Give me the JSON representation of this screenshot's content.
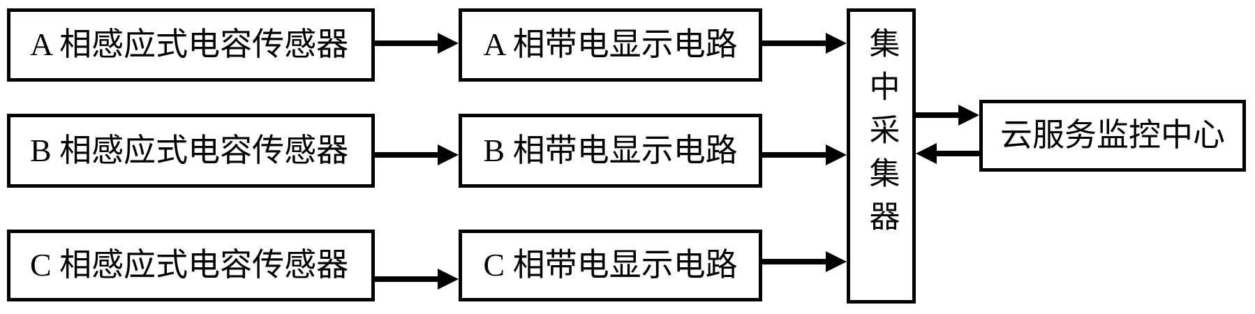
{
  "diagram": {
    "background_color": "#ffffff",
    "stroke_color": "#000000",
    "boxes": {
      "sensor_a": {
        "label": "A 相感应式电容传感器"
      },
      "sensor_b": {
        "label": "B 相感应式电容传感器"
      },
      "sensor_c": {
        "label": "C 相感应式电容传感器"
      },
      "display_a": {
        "label": "A 相带电显示电路"
      },
      "display_b": {
        "label": "B 相带电显示电路"
      },
      "display_c": {
        "label": "C 相带电显示电路"
      },
      "collector": {
        "label": "集中采集器"
      },
      "cloud": {
        "label": "云服务监控中心"
      }
    },
    "connections": [
      {
        "from": "sensor_a",
        "to": "display_a",
        "direction": "right"
      },
      {
        "from": "display_a",
        "to": "collector",
        "direction": "right"
      },
      {
        "from": "sensor_b",
        "to": "display_b",
        "direction": "right"
      },
      {
        "from": "display_b",
        "to": "collector",
        "direction": "right"
      },
      {
        "from": "sensor_c",
        "to": "display_c",
        "direction": "right"
      },
      {
        "from": "display_c",
        "to": "collector",
        "direction": "right"
      },
      {
        "from": "collector",
        "to": "cloud",
        "direction": "right"
      },
      {
        "from": "cloud",
        "to": "collector",
        "direction": "left"
      }
    ]
  }
}
